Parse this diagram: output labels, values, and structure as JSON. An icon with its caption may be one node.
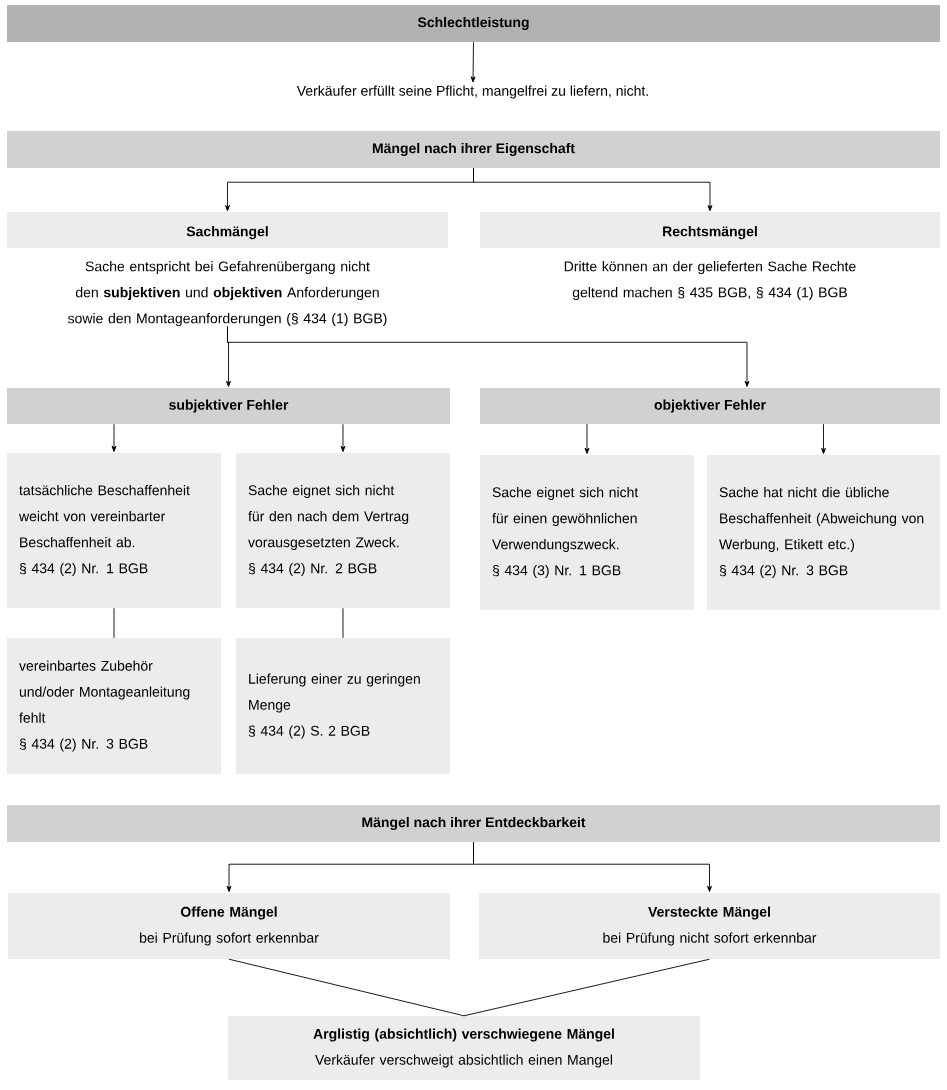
{
  "diagram": {
    "nodes": [
      {
        "text": [
          "Schlechtleistung"
        ]
      },
      {
        "text": [
          "Verkäufer erfüllt seine Pflicht, mangelfrei zu liefern, nicht."
        ]
      },
      {
        "text": [
          "Mängel nach ihrer Eigenschaft"
        ]
      },
      {
        "text": [
          "Sachmängel",
          "Sache entspricht bei Gefahrenübergang nicht den **subjektiven** und **objektiven** Anforderungen sowie den Montageanforderungen (§ 434 (1) BGB)"
        ]
      },
      {
        "text": [
          "Rechtsmängel",
          "Dritte können an der gelieferten Sache Rechte geltend machen § 435 BGB, § 434 (1) BGB"
        ]
      },
      {
        "text": [
          "subjektiver Fehler"
        ]
      },
      {
        "text": [
          "objektiver Fehler"
        ]
      },
      {
        "text": [
          "tatsächliche Beschaffenheit weicht von vereinbarter Beschaffenheit ab.",
          "§ 434 (2) Nr. 1 BGB"
        ]
      },
      {
        "text": [
          "Sache eignet sich nicht für den nach dem Vertrag vorausgesetzten Zweck.",
          "§ 434 (2) Nr. 2 BGB"
        ]
      },
      {
        "text": [
          "Sache eignet sich nicht für einen gewöhnlichen Verwendungszweck.",
          "§ 434 (3) Nr. 1 BGB"
        ]
      },
      {
        "text": [
          "Sache hat nicht die übliche Beschaffenheit (Abweichung von Werbung, Etikett etc.)",
          "§ 434 (2) Nr. 3 BGB"
        ]
      },
      {
        "text": [
          "vereinbartes Zubehör und/oder Montageanleitung fehlt",
          "§ 434 (2) Nr. 3 BGB"
        ]
      },
      {
        "text": [
          "Lieferung einer zu geringen Menge",
          "§ 434 (2) S. 2 BGB"
        ]
      },
      {
        "text": [
          "Mängel nach ihrer Entdeckbarkeit"
        ]
      },
      {
        "text": [
          "Offene Mängel",
          "bei Prüfung sofort erkennbar"
        ]
      },
      {
        "text": [
          "Versteckte Mängel",
          "bei Prüfung nicht sofort erkennbar"
        ]
      },
      {
        "text": [
          "Arglistig (absichtlich) verschwiegene Mängel",
          "Verkäufer verschweigt absichtlich einen Mangel"
        ]
      }
    ],
    "edges": [
      {
        "from": 0,
        "to": 1,
        "arrow": "to"
      },
      {
        "from": 2,
        "to": 3,
        "arrow": "to"
      },
      {
        "from": 2,
        "to": 4,
        "arrow": "to"
      },
      {
        "from": 3,
        "to": 5,
        "arrow": "to"
      },
      {
        "from": 3,
        "to": 6,
        "arrow": "to"
      },
      {
        "from": 5,
        "to": 7,
        "arrow": "to"
      },
      {
        "from": 5,
        "to": 8,
        "arrow": "to"
      },
      {
        "from": 6,
        "to": 9,
        "arrow": "to"
      },
      {
        "from": 6,
        "to": 10,
        "arrow": "to"
      },
      {
        "from": 7,
        "to": 11,
        "arrow": "none"
      },
      {
        "from": 8,
        "to": 12,
        "arrow": "none"
      },
      {
        "from": 13,
        "to": 14,
        "arrow": "to"
      },
      {
        "from": 13,
        "to": 15,
        "arrow": "to"
      },
      {
        "from": 14,
        "to": 16,
        "arrow": "none"
      },
      {
        "from": 15,
        "to": 16,
        "arrow": "none"
      }
    ]
  }
}
